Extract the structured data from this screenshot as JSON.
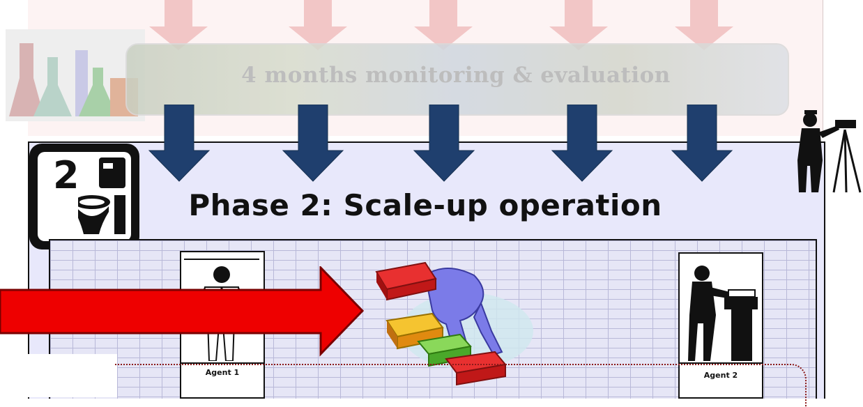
{
  "monitoring": {
    "text": "4 months monitoring & evaluation"
  },
  "phase": {
    "badge_number": "2",
    "title": "Phase 2: Scale-up operation"
  },
  "agents": [
    {
      "label": "Agent 1"
    },
    {
      "label": "Agent 2"
    }
  ],
  "colors": {
    "faded_arrow": "#f2c6c6",
    "down_arrow": "#1f3f6e",
    "big_arrow": "#ee0000",
    "panel_background": "#e8e8fb",
    "monitor_text": "#bdbdbd"
  }
}
